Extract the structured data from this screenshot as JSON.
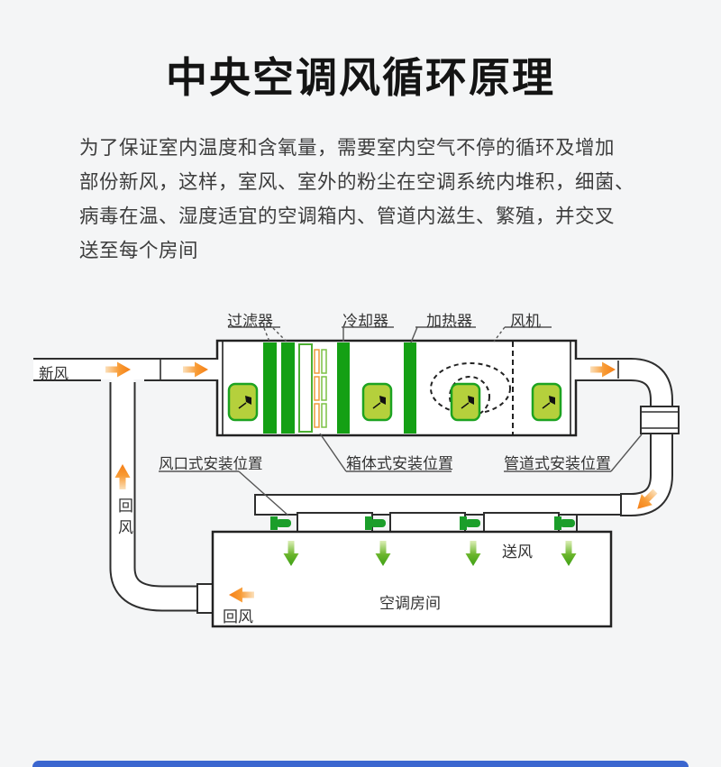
{
  "page": {
    "background": "#f4f5f6",
    "accent_bar_color": "#3b66cf"
  },
  "header": {
    "title": "中央空调风循环原理"
  },
  "intro": {
    "lines": [
      "为了保证室内温度和含氧量，需要室内空气不停的循环及增加",
      "部份新风，这样，室风、室外的粉尘在空调系统内堆积，细菌、",
      "病毒在温、湿度适宜的空调箱内、管道内滋生、繁殖，并交叉",
      "送至每个房间"
    ]
  },
  "diagram": {
    "component_labels": {
      "filter": "过滤器",
      "cooler": "冷却器",
      "heater": "加热器",
      "fan": "风机"
    },
    "install_labels": {
      "vent": "风口式安装位置",
      "cabinet": "箱体式安装位置",
      "duct": "管道式安装位置"
    },
    "flow_labels": {
      "fresh_air": "新风",
      "return_air_duct": "回风",
      "supply_air": "送风",
      "return_air_room": "回风",
      "room": "空调房间"
    },
    "colors": {
      "line": "#2e2e2e",
      "green_bar": "#14a014",
      "device_fill": "#b5d03c",
      "device_border": "#1da321",
      "diffuser_green": "#1b9e2a",
      "orange_arrow": "#f68b1f",
      "green_arrow": "#3da015",
      "slat_orange": "#ef9b3c",
      "slat_green": "#7ac143"
    }
  }
}
